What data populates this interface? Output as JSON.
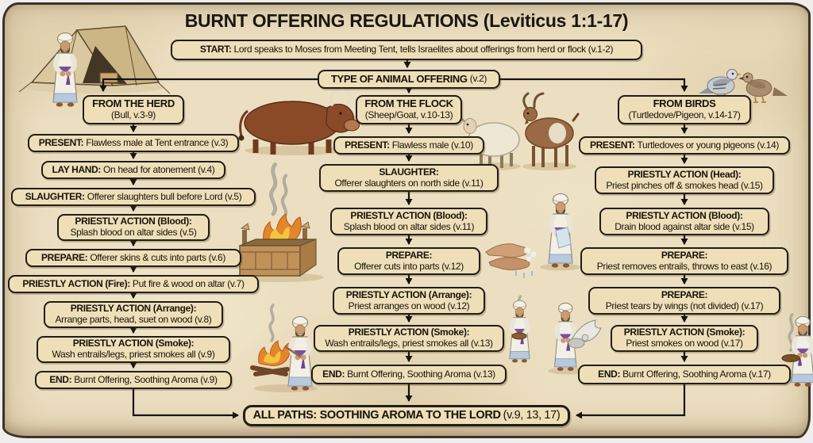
{
  "title": "BURNT OFFERING REGULATIONS (Leviticus 1:1-17)",
  "start": {
    "label": "START:",
    "text": "Lord speaks to Moses from Meeting Tent, tells Israelites about offerings from herd or flock (v.1-2)"
  },
  "type_node": {
    "label": "TYPE OF ANIMAL OFFERING",
    "text": "(v.2)"
  },
  "columns": [
    {
      "header": {
        "line1": "FROM THE HERD",
        "line2": "(Bull, v.3-9)"
      },
      "steps": [
        {
          "label": "PRESENT:",
          "text": "Flawless male at Tent entrance (v.3)"
        },
        {
          "label": "LAY HAND:",
          "text": "On head for atonement (v.4)"
        },
        {
          "label": "SLAUGHTER:",
          "text": "Offerer slaughters bull before Lord (v.5)"
        },
        {
          "label": "PRIESTLY ACTION (Blood):",
          "text": "Splash blood on altar sides (v.5)"
        },
        {
          "label": "PREPARE:",
          "text": "Offerer skins & cuts into parts (v.6)"
        },
        {
          "label": "PRIESTLY ACTION (Fire):",
          "text": "Put fire & wood on altar (v.7)"
        },
        {
          "label": "PRIESTLY ACTION (Arrange):",
          "text": "Arrange parts, head, suet on wood (v.8)"
        },
        {
          "label": "PRIESTLY ACTION (Smoke):",
          "text": "Wash entrails/legs, priest smokes all (v.9)"
        },
        {
          "label": "END:",
          "text": "Burnt Offering, Soothing Aroma (v.9)"
        }
      ]
    },
    {
      "header": {
        "line1": "FROM THE FLOCK",
        "line2": "(Sheep/Goat, v.10-13)"
      },
      "steps": [
        {
          "label": "PRESENT:",
          "text": "Flawless male (v.10)"
        },
        {
          "label": "SLAUGHTER:",
          "text": "Offerer slaughters on north side (v.11)"
        },
        {
          "label": "PRIESTLY ACTION (Blood):",
          "text": "Splash blood on altar sides (v.11)"
        },
        {
          "label": "PREPARE:",
          "text": "Offerer cuts into parts (v.12)"
        },
        {
          "label": "PRIESTLY ACTION (Arrange):",
          "text": "Priest arranges on wood (v.12)"
        },
        {
          "label": "PRIESTLY ACTION (Smoke):",
          "text": "Wash entrails/legs, priest smokes all (v.13)"
        },
        {
          "label": "END:",
          "text": "Burnt Offering, Soothing Aroma (v.13)"
        }
      ]
    },
    {
      "header": {
        "line1": "FROM BIRDS",
        "line2": "(Turtledove/Pigeon, v.14-17)"
      },
      "steps": [
        {
          "label": "PRESENT:",
          "text": "Turtledoves or young pigeons (v.14)"
        },
        {
          "label": "PRIESTLY ACTION (Head):",
          "text": "Priest pinches off & smokes head (v.15)"
        },
        {
          "label": "PRIESTLY ACTION (Blood):",
          "text": "Drain blood against altar side (v.15)"
        },
        {
          "label": "PREPARE:",
          "text": "Priest removes entrails, throws to east (v.16)"
        },
        {
          "label": "PREPARE:",
          "text": "Priest tears by wings (not divided) (v.17)"
        },
        {
          "label": "PRIESTLY ACTION (Smoke):",
          "text": "Priest smokes on wood (v.17)"
        },
        {
          "label": "END:",
          "text": "Burnt Offering, Soothing Aroma (v.17)"
        }
      ]
    }
  ],
  "all_paths": {
    "label": "ALL PATHS: SOOTHING AROMA TO THE LORD",
    "text": "(v.9, 13, 17)"
  },
  "colors": {
    "parchment": "#ecdfc1",
    "box_fill": "#eedfb9",
    "box_border": "#221d14",
    "arrow": "#17130d",
    "text": "#17120b",
    "sash_purple": "#7b4f9e",
    "hem_blue": "#b9c9dd",
    "fire_orange": "#e2862c",
    "flame_yellow": "#f4c43e"
  },
  "illustrations": [
    "meeting-tent",
    "moses-figure",
    "bull",
    "sheep",
    "goat",
    "pigeon",
    "turtledove",
    "altar-with-fire",
    "washing-hands",
    "priest-with-towel",
    "priest-tending-fire",
    "priest-with-incense-bowl",
    "priest-holding-bird",
    "priest-with-smoking-bowl"
  ]
}
